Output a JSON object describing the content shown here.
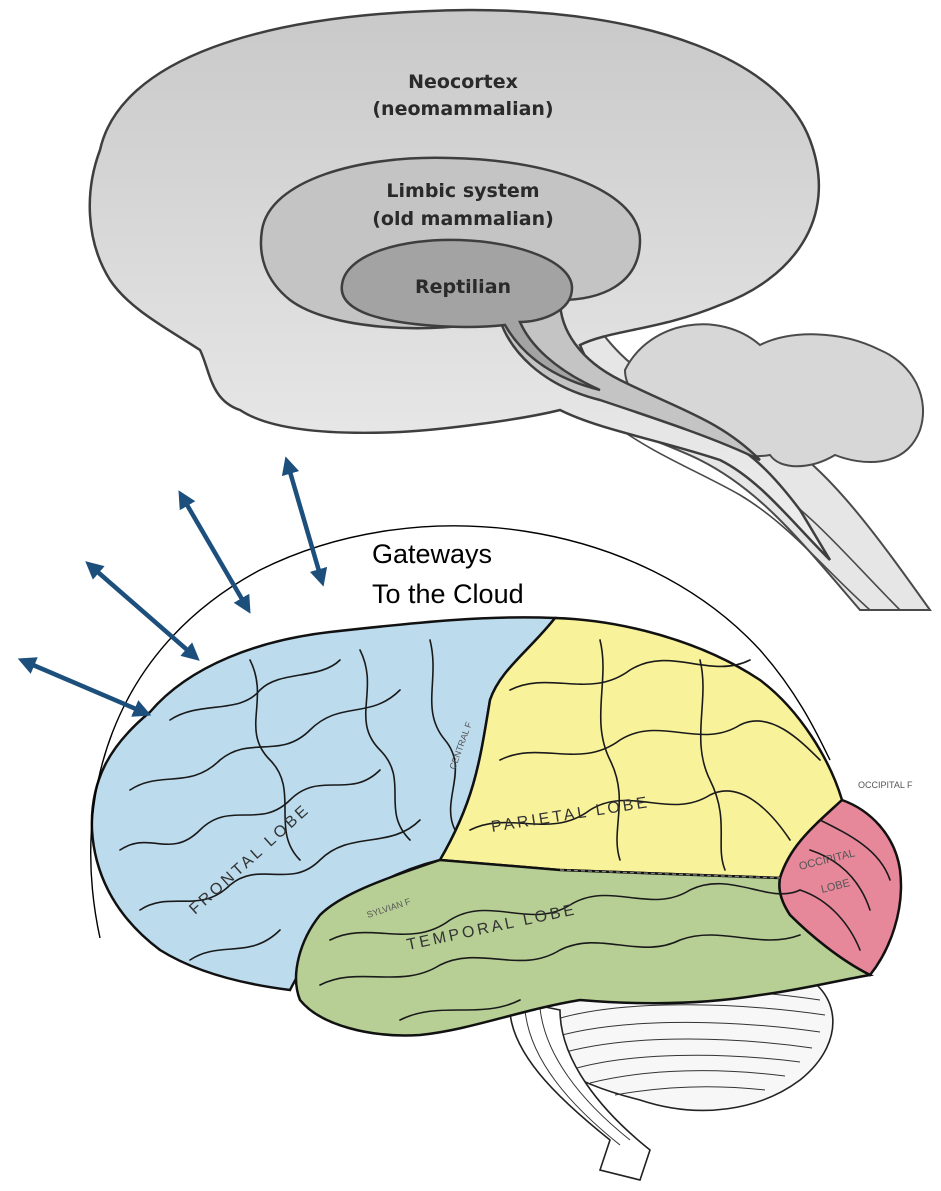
{
  "triune": {
    "neocortex_line1": "Neocortex",
    "neocortex_line2": "(neomammalian)",
    "limbic_line1": "Limbic system",
    "limbic_line2": "(old mammalian)",
    "reptilian": "Reptilian"
  },
  "gateway": {
    "line1": "Gateways",
    "line2": "To the Cloud"
  },
  "lobes": {
    "frontal": "FRONTAL LOBE",
    "parietal": "PARIETAL LOBE",
    "temporal": "TEMPORAL LOBE",
    "occipital_line1": "OCCIPITAL",
    "occipital_line2": "LOBE",
    "occipital_side": "OCCIPITAL F",
    "central": "CENTRAL F",
    "sylvian": "SYLVIAN F"
  },
  "colors": {
    "frontal": "#bcdcee",
    "parietal": "#f8f29a",
    "temporal": "#b7cf95",
    "occipital": "#e6879a",
    "arrow": "#1d4f7c",
    "triune_outer": "#dcdcdc",
    "triune_middle": "#bdbdbd",
    "triune_inner": "#9c9c9c"
  }
}
